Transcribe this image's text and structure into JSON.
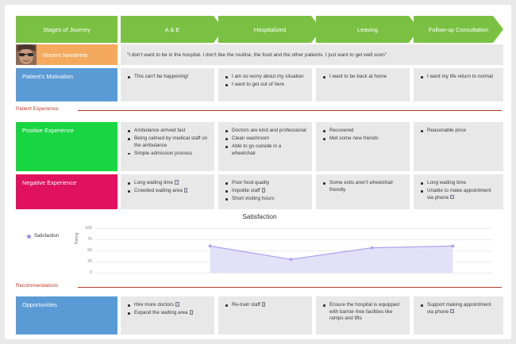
{
  "header": {
    "stages_label": "Stages of Journey",
    "stages": [
      "A & E",
      "Hospitalized",
      "Leaving",
      "Follow-up Consultation"
    ]
  },
  "persona": {
    "name": "Vincent Navarrete",
    "avatar_icon": "person-photo-avatar",
    "quote": "\"I don't want to be in the hospital. I don't like the routine, the food and the other patients. I just want to get well soon\""
  },
  "motivation": {
    "label": "Patient's Motivation",
    "cells": [
      {
        "items": [
          {
            "text": "This can't be happening!",
            "tag": false
          }
        ]
      },
      {
        "items": [
          {
            "text": "I am so worry about my situation",
            "tag": false
          },
          {
            "text": "I want to get out of here",
            "tag": false
          }
        ]
      },
      {
        "items": [
          {
            "text": "I want to be back at home",
            "tag": false
          }
        ]
      },
      {
        "items": [
          {
            "text": "I want my life return to normal",
            "tag": false
          }
        ]
      }
    ]
  },
  "sections": {
    "patient_experience": "Patient Experience",
    "recommendations": "Recommendations"
  },
  "positive": {
    "label": "Positive Experience",
    "cells": [
      {
        "items": [
          {
            "text": "Ambulance arrived fast",
            "tag": false
          },
          {
            "text": "Being calmed by medical staff on the ambulance",
            "tag": false
          },
          {
            "text": "Simple admission process",
            "tag": false
          }
        ]
      },
      {
        "items": [
          {
            "text": "Doctors are kind and professional",
            "tag": false
          },
          {
            "text": "Clean washroom",
            "tag": false
          },
          {
            "text": "Able to go outside in a wheelchair",
            "tag": false
          }
        ]
      },
      {
        "items": [
          {
            "text": "Recovered",
            "tag": false
          },
          {
            "text": "Met some new friends",
            "tag": false
          }
        ]
      },
      {
        "items": [
          {
            "text": "Reasonable price",
            "tag": false
          }
        ]
      }
    ]
  },
  "negative": {
    "label": "Negative Experience",
    "cells": [
      {
        "items": [
          {
            "text": "Long waiting time",
            "tag": true
          },
          {
            "text": "Crowded waiting area",
            "tag": true
          }
        ]
      },
      {
        "items": [
          {
            "text": "Poor food quality",
            "tag": false
          },
          {
            "text": "Impolite staff",
            "tag": true
          },
          {
            "text": "Short visiting hours",
            "tag": false
          }
        ]
      },
      {
        "items": [
          {
            "text": "Some exits aren't wheelchair friendly",
            "tag": false
          }
        ]
      },
      {
        "items": [
          {
            "text": "Long waiting time",
            "tag": false
          },
          {
            "text": "Unable to make appointment via phone",
            "tag": true
          }
        ]
      }
    ]
  },
  "opportunities": {
    "label": "Opportunities",
    "cells": [
      {
        "items": [
          {
            "text": "Hire more doctors",
            "tag": true
          },
          {
            "text": "Expand the waiting area",
            "tag": true
          }
        ]
      },
      {
        "items": [
          {
            "text": "Re-train staff",
            "tag": true
          }
        ]
      },
      {
        "items": [
          {
            "text": "Ensure the hospital is equipped with barrier-free facilities like ramps and lifts",
            "tag": false
          }
        ]
      },
      {
        "items": [
          {
            "text": "Support making appointment via phone",
            "tag": true
          }
        ]
      }
    ]
  },
  "chart_data": {
    "type": "area",
    "title": "Satisfaction",
    "xlabel": "",
    "ylabel": "Rating",
    "categories": [
      "A & E",
      "Hospitalized",
      "Leaving",
      "Follow-up Consultation"
    ],
    "series": [
      {
        "name": "Satisfaction",
        "values": [
          60,
          30,
          56,
          60
        ]
      }
    ],
    "ylim": [
      0,
      100
    ],
    "yticks": [
      100,
      75,
      50,
      25,
      0
    ],
    "grid": true,
    "legend_position": "left",
    "line_color": "#a9a3ef",
    "fill_color": "#e3e1f8"
  },
  "colors": {
    "stage_green": "#7ac143",
    "persona_orange": "#f5a95e",
    "blue": "#5b9bd5",
    "positive_green": "#18d641",
    "negative_magenta": "#e0115f",
    "section_rule": "#b33a2c",
    "cell_gray": "#e8e8e8"
  }
}
